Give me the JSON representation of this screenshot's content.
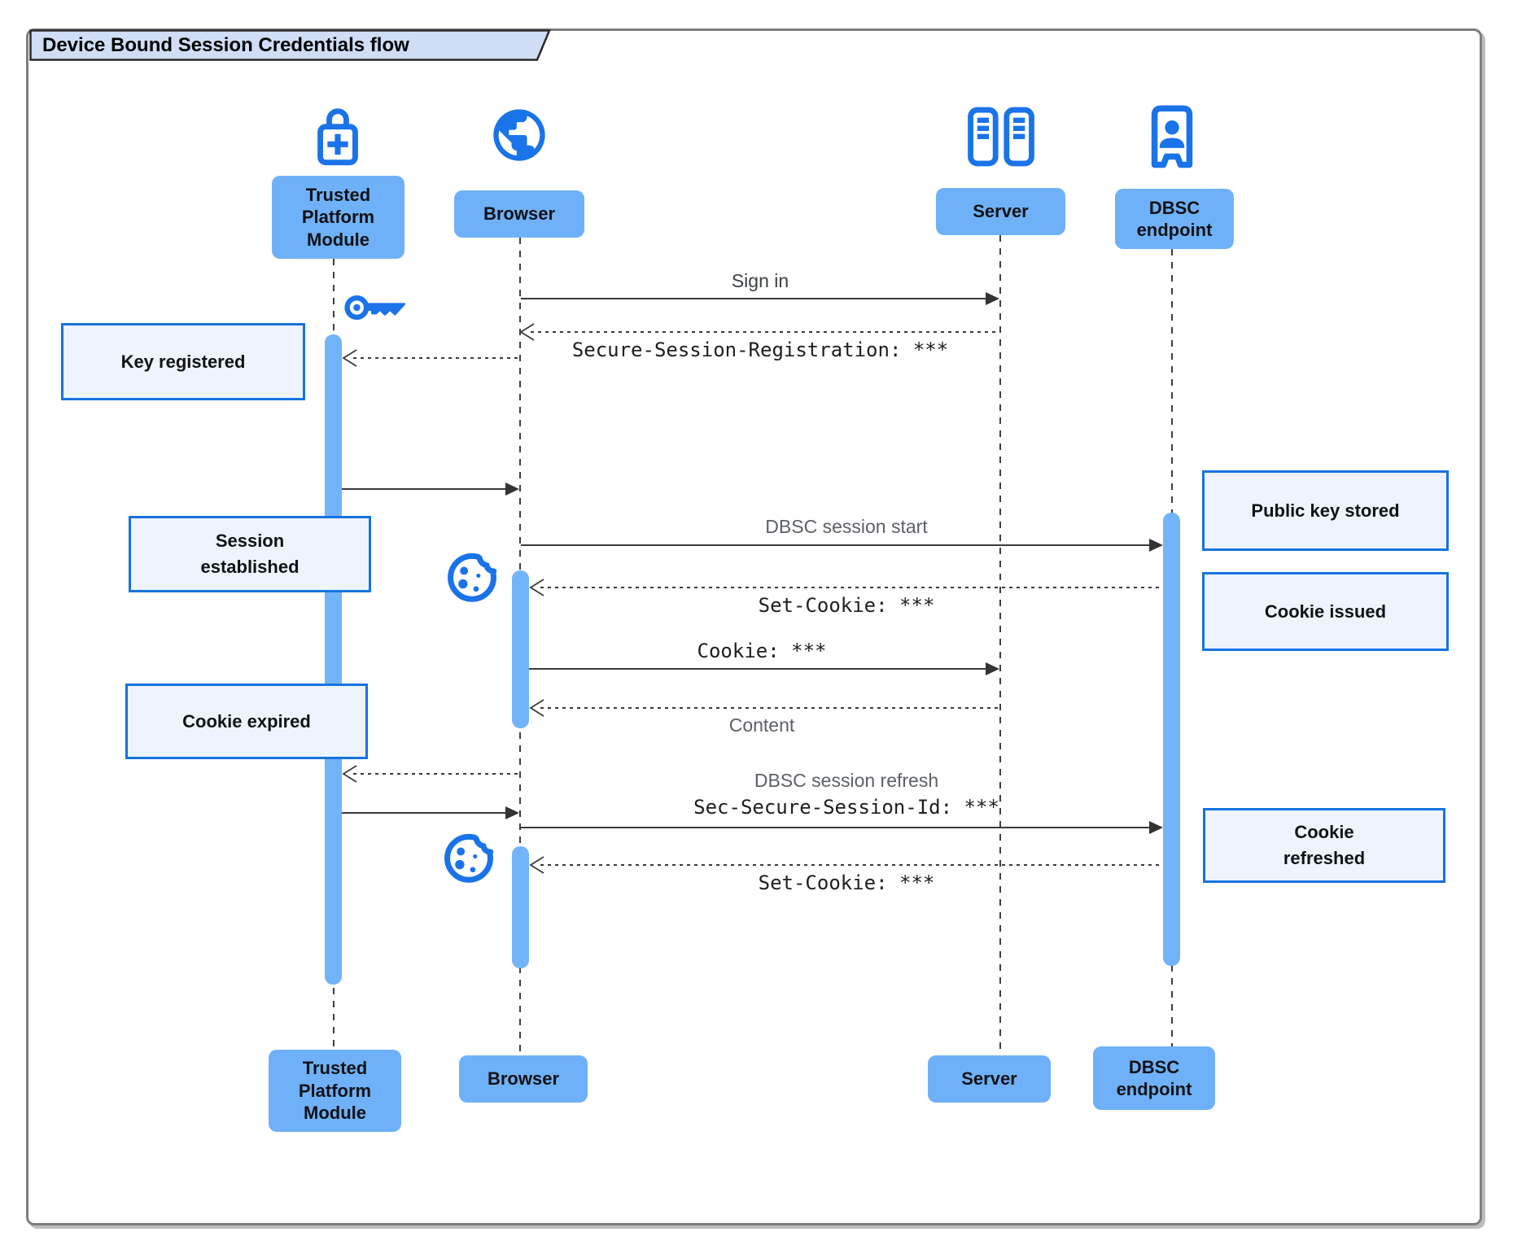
{
  "title": "Device Bound Session Credentials flow",
  "actors": {
    "tpm": "Trusted Platform Module",
    "browser": "Browser",
    "server": "Server",
    "dbsc": "DBSC endpoint"
  },
  "messages": {
    "sign_in": "Sign in",
    "session_registration": "Secure-Session-Registration: ***",
    "dbsc_session_start": "DBSC session start",
    "set_cookie_issue": "Set-Cookie: ***",
    "cookie": "Cookie: ***",
    "content": "Content",
    "dbsc_session_refresh": "DBSC session refresh",
    "sec_secure_session_id": "Sec-Secure-Session-Id: ***",
    "set_cookie_refresh": "Set-Cookie: ***"
  },
  "notes": {
    "key_registered": "Key registered",
    "session_established": "Session established",
    "cookie_expired": "Cookie expired",
    "public_key_stored": "Public key stored",
    "cookie_issued": "Cookie issued",
    "cookie_refreshed": "Cookie refreshed"
  },
  "colors": {
    "icon_blue": "#1a73e8",
    "actor_fill": "#6fb1f8",
    "activation_fill": "#72b4f9",
    "note_fill": "#edf4fe",
    "note_border": "#1673e0",
    "title_tab_fill": "#cfdef5",
    "line": "#3a3a3a",
    "muted_label": "#5d6167",
    "frame_border": "#7e7e7e"
  }
}
